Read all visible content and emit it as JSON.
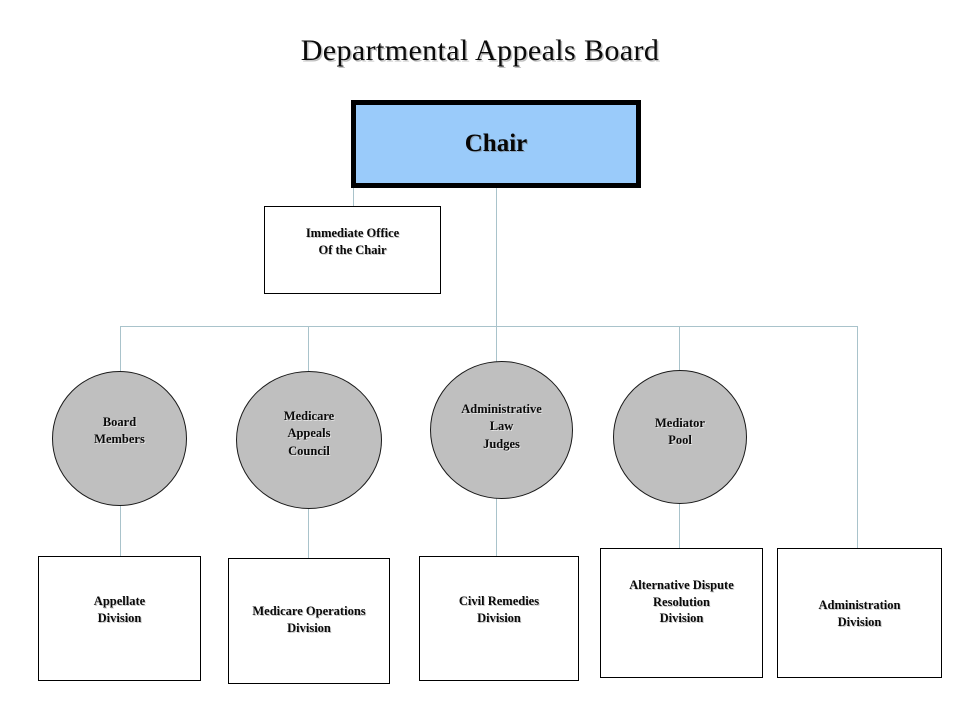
{
  "title": "Departmental Appeals Board",
  "colors": {
    "chair_fill": "#9acbfa",
    "circle_fill": "#bfbfbf",
    "box_fill": "#ffffff",
    "border": "#000000",
    "connector": "#a9c3cb",
    "text": "#0a0a0a"
  },
  "nodes": {
    "chair": {
      "label": "Chair"
    },
    "immediate_office": {
      "line1": "Immediate Office",
      "line2": "Of the Chair"
    },
    "board_members": {
      "line1": "Board",
      "line2": "Members"
    },
    "medicare_appeals_council": {
      "line1": "Medicare",
      "line2": "Appeals",
      "line3": "Council"
    },
    "administrative_law_judges": {
      "line1": "Administrative",
      "line2": "Law",
      "line3": "Judges"
    },
    "mediator_pool": {
      "line1": "Mediator",
      "line2": "Pool"
    },
    "appellate_division": {
      "line1": "Appellate",
      "line2": "Division"
    },
    "medicare_operations_division": {
      "line1": "Medicare Operations",
      "line2": "Division"
    },
    "civil_remedies_division": {
      "line1": "Civil Remedies",
      "line2": "Division"
    },
    "alternative_dispute_resolution_division": {
      "line1": "Alternative Dispute",
      "line2": "Resolution",
      "line3": "Division"
    },
    "administration_division": {
      "line1": "Administration",
      "line2": "Division"
    }
  }
}
